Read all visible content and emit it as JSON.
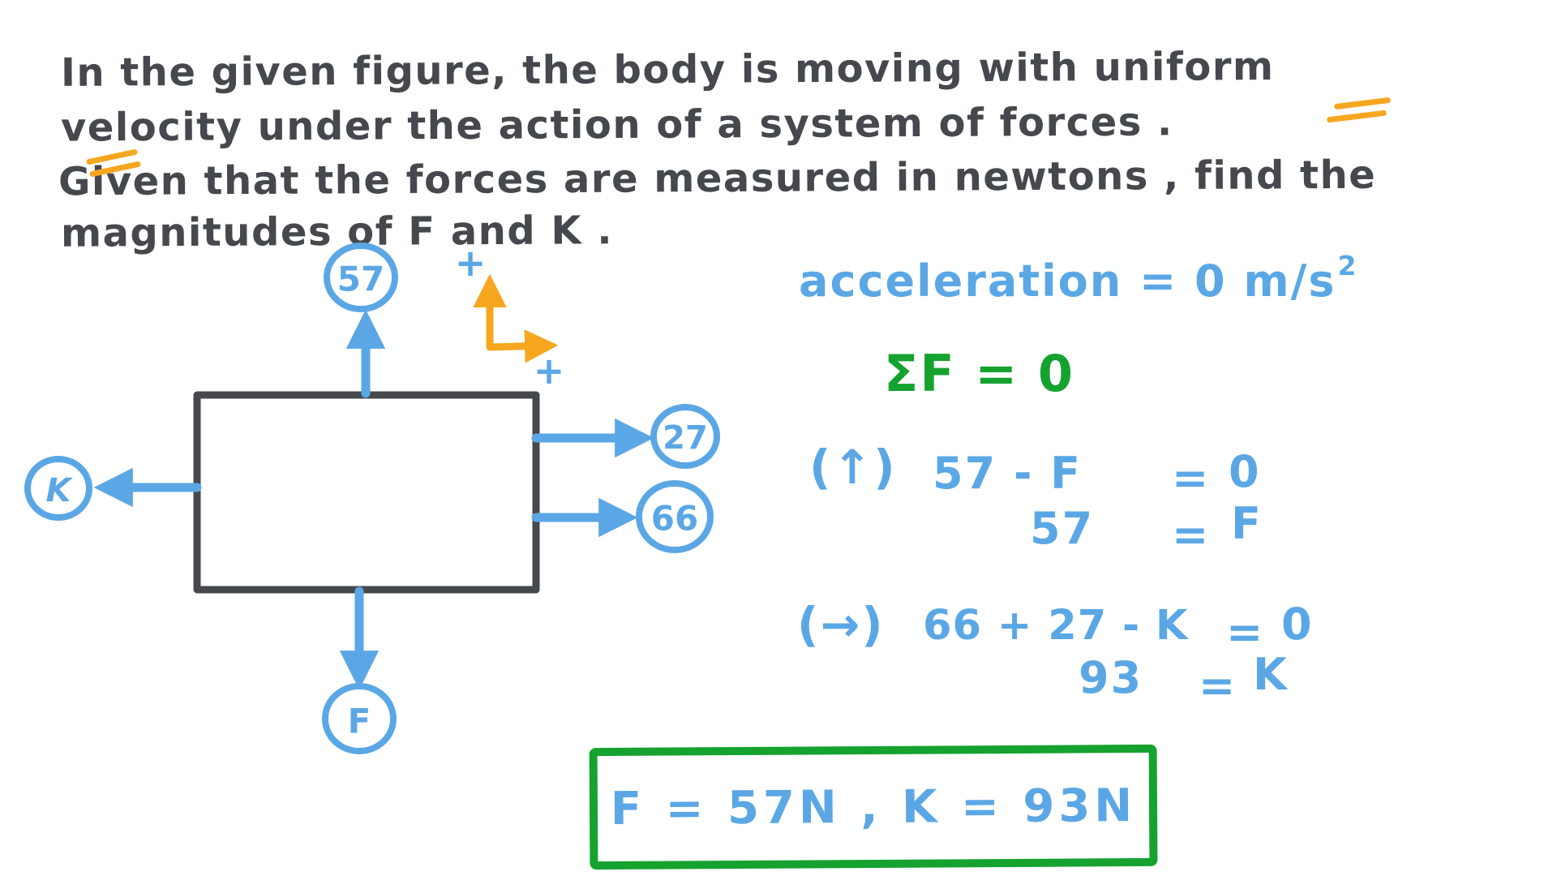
{
  "colors": {
    "ink": "#45484d",
    "blue": "#5ba7e5",
    "green": "#15a22f",
    "orange": "#f6a71f"
  },
  "problem": {
    "lines": [
      "In the given figure, the body is moving with uniform",
      "velocity under the action of a system of forces .",
      "Given that the forces are measured in newtons , find the",
      "magnitudes of F and K ."
    ]
  },
  "figure": {
    "force_labels": {
      "up": "57",
      "right_upper": "27",
      "right_lower": "66",
      "left": "K",
      "down": "F"
    },
    "axis": {
      "vertical_sign": "+",
      "horizontal_sign": "+"
    }
  },
  "solution": {
    "acceleration": {
      "text": "acceleration = 0 m/s",
      "exponent": "2"
    },
    "net_force": "ΣF = 0",
    "vertical": {
      "direction": "(↑)",
      "lhs": "57 - F",
      "equals": "=",
      "rhs": "0",
      "result_lhs": "57",
      "result_equals": "=",
      "result_rhs": "F"
    },
    "horizontal": {
      "direction": "(→)",
      "lhs": "66 + 27 - K",
      "equals": "=",
      "rhs": "0",
      "result_lhs": "93",
      "result_equals": "=",
      "result_rhs": "K"
    },
    "answer": "F = 57N  ,  K = 93N"
  }
}
